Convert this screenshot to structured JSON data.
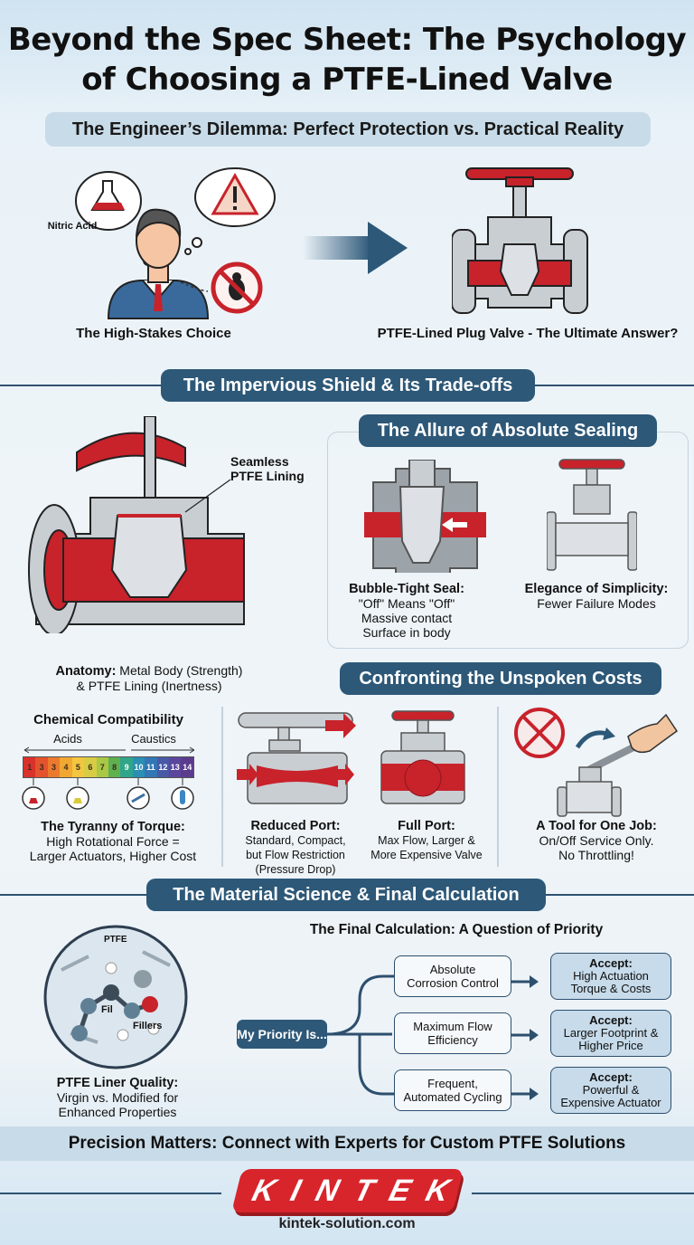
{
  "title": {
    "line1": "Beyond the Spec Sheet: The Psychology",
    "line2": "of Choosing a PTFE-Lined Valve"
  },
  "dilemma": {
    "header": "The Engineer’s Dilemma: Perfect Protection vs. Practical Reality",
    "left_thought_label": "Nitric Acid",
    "left_caption": "The High-Stakes Choice",
    "right_caption": "PTFE-Lined Plug Valve - The Ultimate Answer?",
    "icons": [
      "flask-icon",
      "warning-icon",
      "no-bug-icon",
      "engineer-avatar",
      "arrow-right-icon",
      "plug-valve-icon"
    ]
  },
  "shield": {
    "header": "The Impervious Shield & Its Trade-offs",
    "callout": {
      "line1": "Seamless",
      "line2": "PTFE Lining"
    },
    "anatomy": {
      "bold": "Anatomy:",
      "line1": "Metal Body (Strength)",
      "line2": "& PTFE Lining (Inertness)"
    },
    "allure": {
      "header": "The Allure of Absolute Sealing",
      "items": [
        {
          "title": "Bubble-Tight Seal:",
          "lines": [
            "\"Off\" Means \"Off\"",
            "Massive contact",
            "Surface in body"
          ]
        },
        {
          "title": "Elegance of Simplicity:",
          "lines": [
            "Fewer Failure Modes"
          ]
        }
      ]
    }
  },
  "costs": {
    "header": "Confronting the Unspoken Costs",
    "chemical": {
      "title": "Chemical Compatibility",
      "acids_label": "Acids",
      "caustics_label": "Caustics",
      "ph_labels": [
        "1",
        "3",
        "3",
        "4",
        "5",
        "6",
        "7",
        "8",
        "9",
        "10",
        "11",
        "12",
        "13",
        "14"
      ],
      "ph_colors": [
        "#d9312b",
        "#e4532d",
        "#ec7a2e",
        "#f1a832",
        "#f2c640",
        "#d7cc43",
        "#a9c845",
        "#5fb04f",
        "#2fa58a",
        "#2a8fb3",
        "#3276b5",
        "#4859a6",
        "#5a469c",
        "#5b3b8e"
      ]
    },
    "items": [
      {
        "title": "The Tyranny of Torque:",
        "lines": [
          "High Rotational Force =",
          "Larger Actuators, Higher Cost"
        ]
      },
      {
        "title": "Reduced Port:",
        "lines": [
          "Standard, Compact,",
          "but Flow Restriction",
          "(Pressure Drop)"
        ]
      },
      {
        "title": "Full Port:",
        "lines": [
          "Max Flow, Larger &",
          "More Expensive Valve"
        ]
      },
      {
        "title": "A Tool for One Job:",
        "lines": [
          "On/Off Service Only.",
          "No Throttling!"
        ]
      }
    ]
  },
  "material": {
    "header": "The Material Science & Final Calculation",
    "molecule_labels": {
      "top": "PTFE",
      "fil": "Fil",
      "fillers": "Fillers"
    },
    "liner": {
      "title": "PTFE Liner Quality:",
      "lines": [
        "Virgin vs. Modified for",
        "Enhanced Properties"
      ]
    },
    "calc": {
      "title": "The Final Calculation: A Question of Priority",
      "root": "My Priority Is...",
      "rows": [
        {
          "priority": [
            "Absolute",
            "Corrosion Control"
          ],
          "accept_label": "Accept:",
          "accept": [
            "High Actuation",
            "Torque & Costs"
          ]
        },
        {
          "priority": [
            "Maximum Flow",
            "Efficiency"
          ],
          "accept_label": "Accept:",
          "accept": [
            "Larger Footprint &",
            "Higher Price"
          ]
        },
        {
          "priority": [
            "Frequent,",
            "Automated Cycling"
          ],
          "accept_label": "Accept:",
          "accept": [
            "Powerful &",
            "Expensive Actuator"
          ]
        }
      ]
    }
  },
  "footer": {
    "cta": "Precision Matters: Connect with Experts for Custom PTFE Solutions",
    "logo": "KINTEK",
    "site": "kintek-solution.com"
  },
  "colors": {
    "navy": "#2d5878",
    "red": "#c8222b",
    "steel": "#c9ced3",
    "pale_blue": "#c8dbe8"
  }
}
